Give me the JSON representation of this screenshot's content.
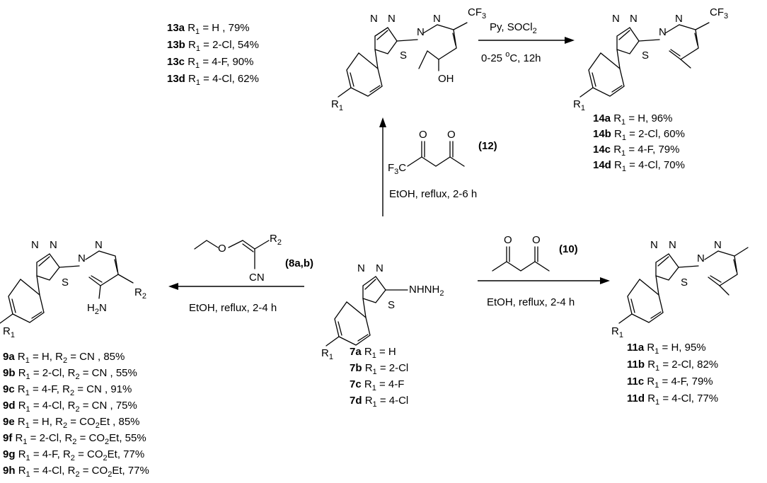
{
  "compounds": {
    "c13": {
      "atoms": {
        "n1": "N",
        "n2": "N",
        "s": "S",
        "n3": "N",
        "n4": "N",
        "cf3": "CF",
        "cf3_sub": "3",
        "oh": "OH",
        "r": "R",
        "r_sub": "1"
      },
      "entries": [
        {
          "id": "13a",
          "text": "= H , 79%"
        },
        {
          "id": "13b",
          "text": "= 2-Cl, 54%"
        },
        {
          "id": "13c",
          "text": "= 4-F, 90%"
        },
        {
          "id": "13d",
          "text": "= 4-Cl, 62%"
        }
      ]
    },
    "c14": {
      "atoms": {
        "n1": "N",
        "n2": "N",
        "s": "S",
        "n3": "N",
        "n4": "N",
        "cf3": "CF",
        "cf3_sub": "3",
        "r": "R",
        "r_sub": "1"
      },
      "entries": [
        {
          "id": "14a",
          "text": "= H, 96%"
        },
        {
          "id": "14b",
          "text": "= 2-Cl, 60%"
        },
        {
          "id": "14c",
          "text": "= 4-F, 79%"
        },
        {
          "id": "14d",
          "text": "= 4-Cl, 70%"
        }
      ]
    },
    "c7": {
      "atoms": {
        "n1": "N",
        "n2": "N",
        "s": "S",
        "nhnh": "NHNH",
        "nhnh_sub": "2",
        "r": "R",
        "r_sub": "1"
      },
      "entries": [
        {
          "id": "7a",
          "text": "= H"
        },
        {
          "id": "7b",
          "text": "= 2-Cl"
        },
        {
          "id": "7c",
          "text": "= 4-F"
        },
        {
          "id": "7d",
          "text": "= 4-Cl"
        }
      ]
    },
    "c9": {
      "atoms": {
        "n1": "N",
        "n2": "N",
        "s": "S",
        "n3": "N",
        "n4": "N",
        "nh2": "H",
        "nh2_sub": "2",
        "nh2_n": "N",
        "r2": "R",
        "r2_sub": "2",
        "r": "R",
        "r_sub": "1"
      },
      "entries": [
        {
          "id": "9a",
          "r1": "= H,",
          "r2": "= CN , 85%"
        },
        {
          "id": "9b",
          "r1": "= 2-Cl,",
          "r2": "= CN , 55%"
        },
        {
          "id": "9c",
          "r1": "= 4-F,",
          "r2": "= CN , 91%"
        },
        {
          "id": "9d",
          "r1": "= 4-Cl,",
          "r2": "= CN , 75%"
        },
        {
          "id": "9e",
          "r1": "= H,",
          "r2": "= CO",
          "tail": "Et , 85%"
        },
        {
          "id": "9f",
          "r1": "= 2-Cl,",
          "r2": "= CO",
          "tail": "Et, 55%"
        },
        {
          "id": "9g",
          "r1": "= 4-F,",
          "r2": "= CO",
          "tail": "Et, 77%"
        },
        {
          "id": "9h",
          "r1": "= 4-Cl,",
          "r2": "= CO",
          "tail": "Et,  77%"
        }
      ]
    },
    "c11": {
      "atoms": {
        "n1": "N",
        "n2": "N",
        "s": "S",
        "n3": "N",
        "n4": "N",
        "r": "R",
        "r_sub": "1"
      },
      "entries": [
        {
          "id": "11a",
          "text": "= H, 95%"
        },
        {
          "id": "11b",
          "text": "= 2-Cl, 82%"
        },
        {
          "id": "11c",
          "text": "= 4-F, 79%"
        },
        {
          "id": "11d",
          "text": "= 4-Cl, 77%"
        }
      ]
    }
  },
  "reagents": {
    "r8": {
      "label": "(8a,b)",
      "o": "O",
      "r2": "R",
      "r2_sub": "2",
      "cn": "CN",
      "conditions": "EtOH, reflux, 2-4 h"
    },
    "r10": {
      "label": "(10)",
      "o1": "O",
      "o2": "O",
      "conditions": "EtOH, reflux, 2-4 h"
    },
    "r12": {
      "label": "(12)",
      "o1": "O",
      "o2": "O",
      "f3c": "F",
      "f3c_sub": "3",
      "f3c_c": "C",
      "conditions": "EtOH, reflux, 2-6 h"
    },
    "r14": {
      "line1_a": "Py, SOCl",
      "line1_sub": "2",
      "line2_a": "0-25 ",
      "line2_sup": "o",
      "line2_b": "C, 12h"
    }
  },
  "r_prefix": "R",
  "r1_sub": "1",
  "r2_label": "R",
  "r2_sub": "2",
  "co2_sub": "2"
}
